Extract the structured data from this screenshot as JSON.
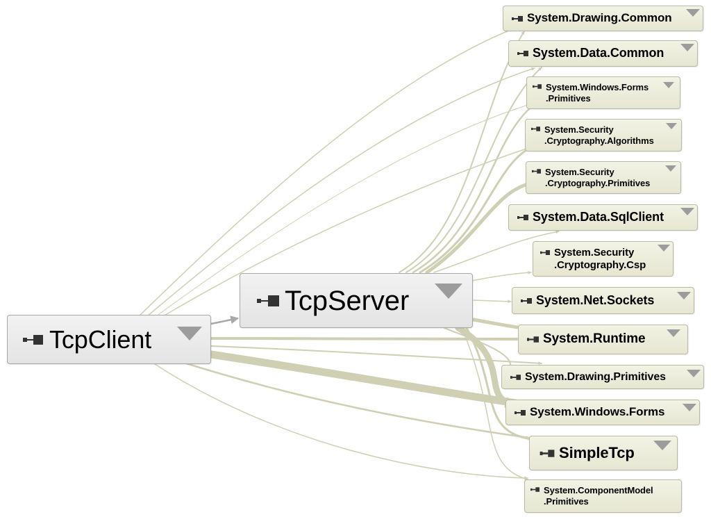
{
  "nodes": {
    "tcpclient": {
      "label": "TcpClient"
    },
    "tcpserver": {
      "label": "TcpServer"
    },
    "drawing_common": {
      "label": "System.Drawing.Common"
    },
    "data_common": {
      "label": "System.Data.Common"
    },
    "winforms_primitives": {
      "label": "System.Windows.Forms\n.Primitives"
    },
    "crypto_algorithms": {
      "label": "System.Security\n.Cryptography.Algorithms"
    },
    "crypto_primitives": {
      "label": "System.Security\n.Cryptography.Primitives"
    },
    "data_sqlclient": {
      "label": "System.Data.SqlClient"
    },
    "crypto_csp": {
      "label": "System.Security\n.Cryptography.Csp"
    },
    "net_sockets": {
      "label": "System.Net.Sockets"
    },
    "runtime": {
      "label": "System.Runtime"
    },
    "drawing_primitives": {
      "label": "System.Drawing.Primitives"
    },
    "windows_forms": {
      "label": "System.Windows.Forms"
    },
    "simpletcp": {
      "label": "SimpleTcp"
    },
    "componentmodel_primitives": {
      "label": "System.ComponentModel\n.Primitives"
    }
  },
  "colors": {
    "edge": "#cfcfb3",
    "edge_main": "#a9a9a9",
    "node_border": "#b9b9a3",
    "node_fill": "#ecebd9",
    "main_fill": "#ebebeb",
    "icon": "#333333",
    "expander": "#9c9c9c"
  }
}
